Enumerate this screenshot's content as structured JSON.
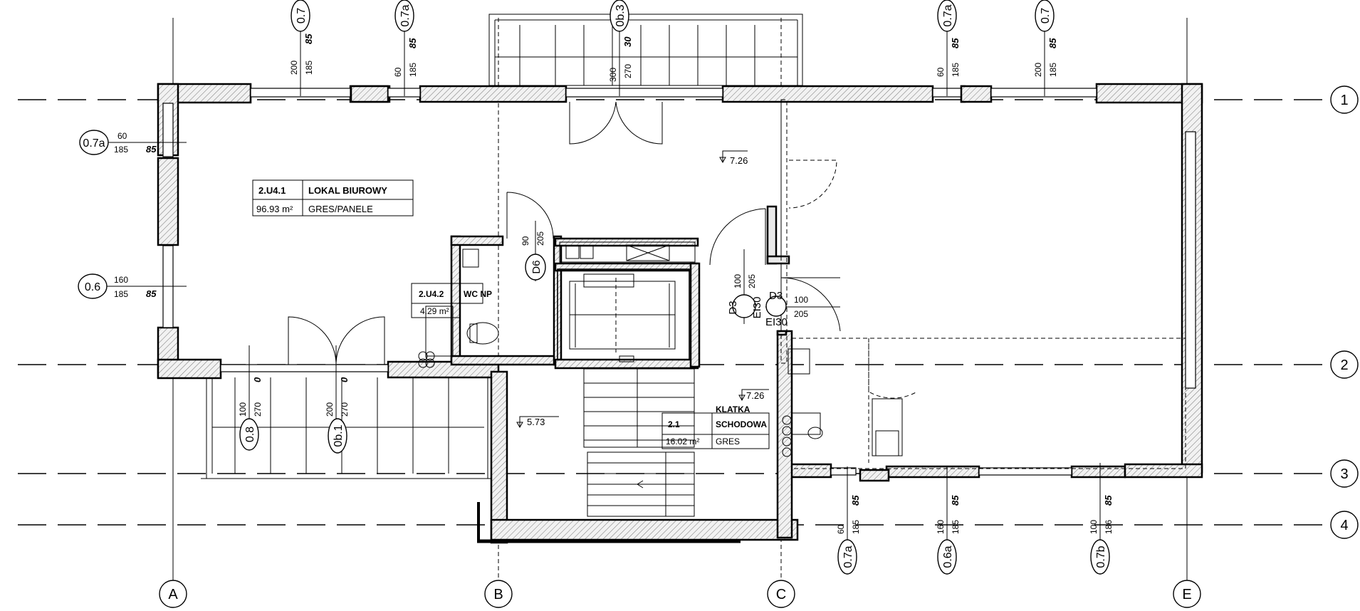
{
  "grid_axes": {
    "horizontal": [
      "1",
      "2",
      "3",
      "4"
    ],
    "vertical": [
      "A",
      "B",
      "C",
      "E"
    ]
  },
  "rooms": {
    "office": {
      "code": "2.U4.1",
      "name": "LOKAL BIUROWY",
      "area": "96.93 m²",
      "finish": "GRES/PANELE"
    },
    "wc": {
      "code": "2.U4.2",
      "name": "WC NP",
      "area": "4.29 m²"
    },
    "stair": {
      "code": "2.1",
      "name_line1": "KLATKA",
      "name_line2": "SCHODOWA",
      "area": "16.02 m²",
      "finish": "GRES"
    }
  },
  "levels": {
    "office": "7.26",
    "stair_top": "7.26",
    "terrace": "5.73"
  },
  "top_windows": [
    {
      "tag": "0.7",
      "dim_a": "200",
      "dim_b": "185",
      "sill": "85"
    },
    {
      "tag": "0.7a",
      "dim_a": "60",
      "dim_b": "185",
      "sill": "85"
    },
    {
      "tag": "0b.3",
      "dim_a": "300",
      "dim_b": "270",
      "sill": "30"
    },
    {
      "tag": "0.7a",
      "dim_a": "60",
      "dim_b": "185",
      "sill": "85"
    },
    {
      "tag": "0.7",
      "dim_a": "200",
      "dim_b": "185",
      "sill": "85"
    }
  ],
  "left_windows": [
    {
      "tag": "0.7a",
      "dim_a": "60",
      "dim_b": "185",
      "sill": "85"
    },
    {
      "tag": "0.6",
      "dim_a": "160",
      "dim_b": "185",
      "sill": "85"
    }
  ],
  "balcony_doors": [
    {
      "tag": "0.8",
      "dim_a": "100",
      "dim_b": "270",
      "sill": "0"
    },
    {
      "tag": "0b.1",
      "dim_a": "200",
      "dim_b": "270",
      "sill": "0"
    }
  ],
  "bottom_windows": [
    {
      "tag": "0.7a",
      "dim_a": "60",
      "dim_b": "185",
      "sill": "85"
    },
    {
      "tag": "0.6a",
      "dim_a": "160",
      "dim_b": "185",
      "sill": "85"
    },
    {
      "tag": "0.7b",
      "dim_a": "100",
      "dim_b": "186",
      "sill": "85"
    }
  ],
  "doors": {
    "d6": {
      "tag": "D6",
      "dim_a": "90",
      "dim_b": "205"
    },
    "d3_left": {
      "tag": "D3",
      "rating": "EI30",
      "dim_a": "100",
      "dim_b": "205"
    },
    "d3_right": {
      "tag": "D3",
      "rating": "EI30",
      "dim_a": "100",
      "dim_b": "205"
    }
  }
}
